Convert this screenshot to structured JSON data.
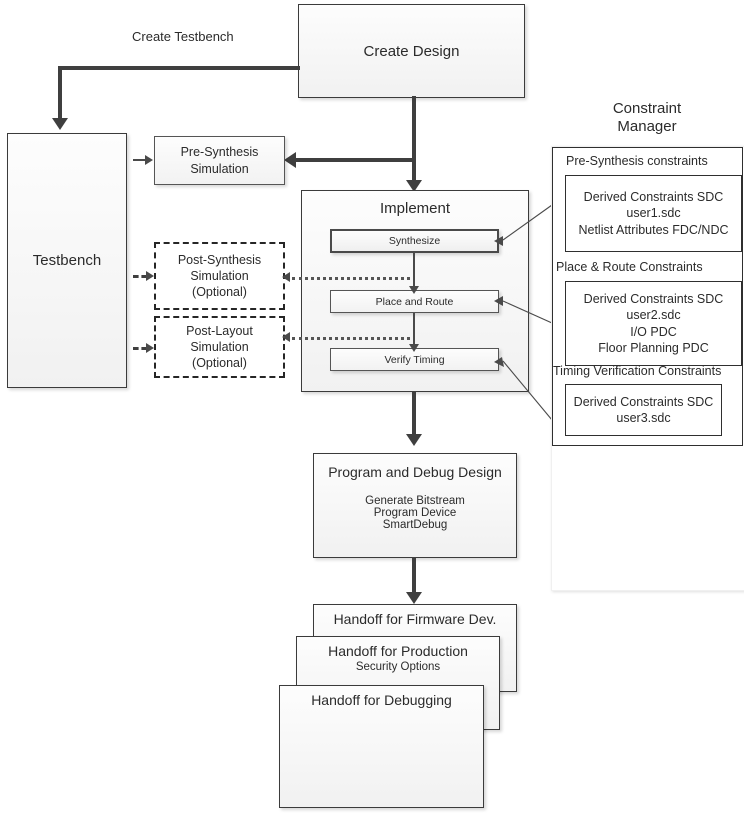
{
  "diagram": {
    "title_free_labels": [
      {
        "name": "create-testbench-label",
        "text": "Create Testbench"
      }
    ],
    "create_design": {
      "label": "Create Design"
    },
    "testbench": {
      "label": "Testbench"
    },
    "pre_synth_sim": {
      "line1": "Pre-Synthesis",
      "line2": "Simulation"
    },
    "post_synth_sim": {
      "line1": "Post-Synthesis",
      "line2": "Simulation",
      "line3": "(Optional)"
    },
    "post_layout_sim": {
      "line1": "Post-Layout",
      "line2": "Simulation",
      "line3": "(Optional)"
    },
    "implement": {
      "label": "Implement",
      "steps": [
        {
          "label": "Synthesize"
        },
        {
          "label": "Place and Route"
        },
        {
          "label": "Verify Timing"
        }
      ]
    },
    "program_debug": {
      "title": "Program and Debug Design",
      "items": [
        "Generate Bitstream",
        "Program Device",
        "SmartDebug"
      ]
    },
    "handoffs": [
      {
        "title": "Handoff for Firmware Dev.",
        "sub": ""
      },
      {
        "title": "Handoff for Production",
        "sub": "Security Options"
      },
      {
        "title": "Handoff for Debugging",
        "sub": ""
      }
    ],
    "constraint_manager": {
      "title_line1": "Constraint",
      "title_line2": "Manager",
      "groups": [
        {
          "header": "Pre-Synthesis  constraints",
          "lines": [
            "Derived Constraints SDC",
            "user1.sdc",
            "Netlist Attributes FDC/NDC"
          ]
        },
        {
          "header": "Place & Route Constraints",
          "lines": [
            "Derived Constraints SDC",
            "user2.sdc",
            "I/O  PDC",
            "Floor Planning PDC"
          ]
        },
        {
          "header": "Timing Verification Constraints",
          "lines": [
            "Derived Constraints SDC",
            "user3.sdc"
          ]
        }
      ]
    },
    "colors": {
      "line": "#3f3f3f",
      "thin_line": "#4a4a4a",
      "box_border": "#3b3b3b",
      "text": "#2b2b2b",
      "box_fill_top": "#fcfcfc",
      "box_fill_bottom": "#efefef"
    }
  }
}
